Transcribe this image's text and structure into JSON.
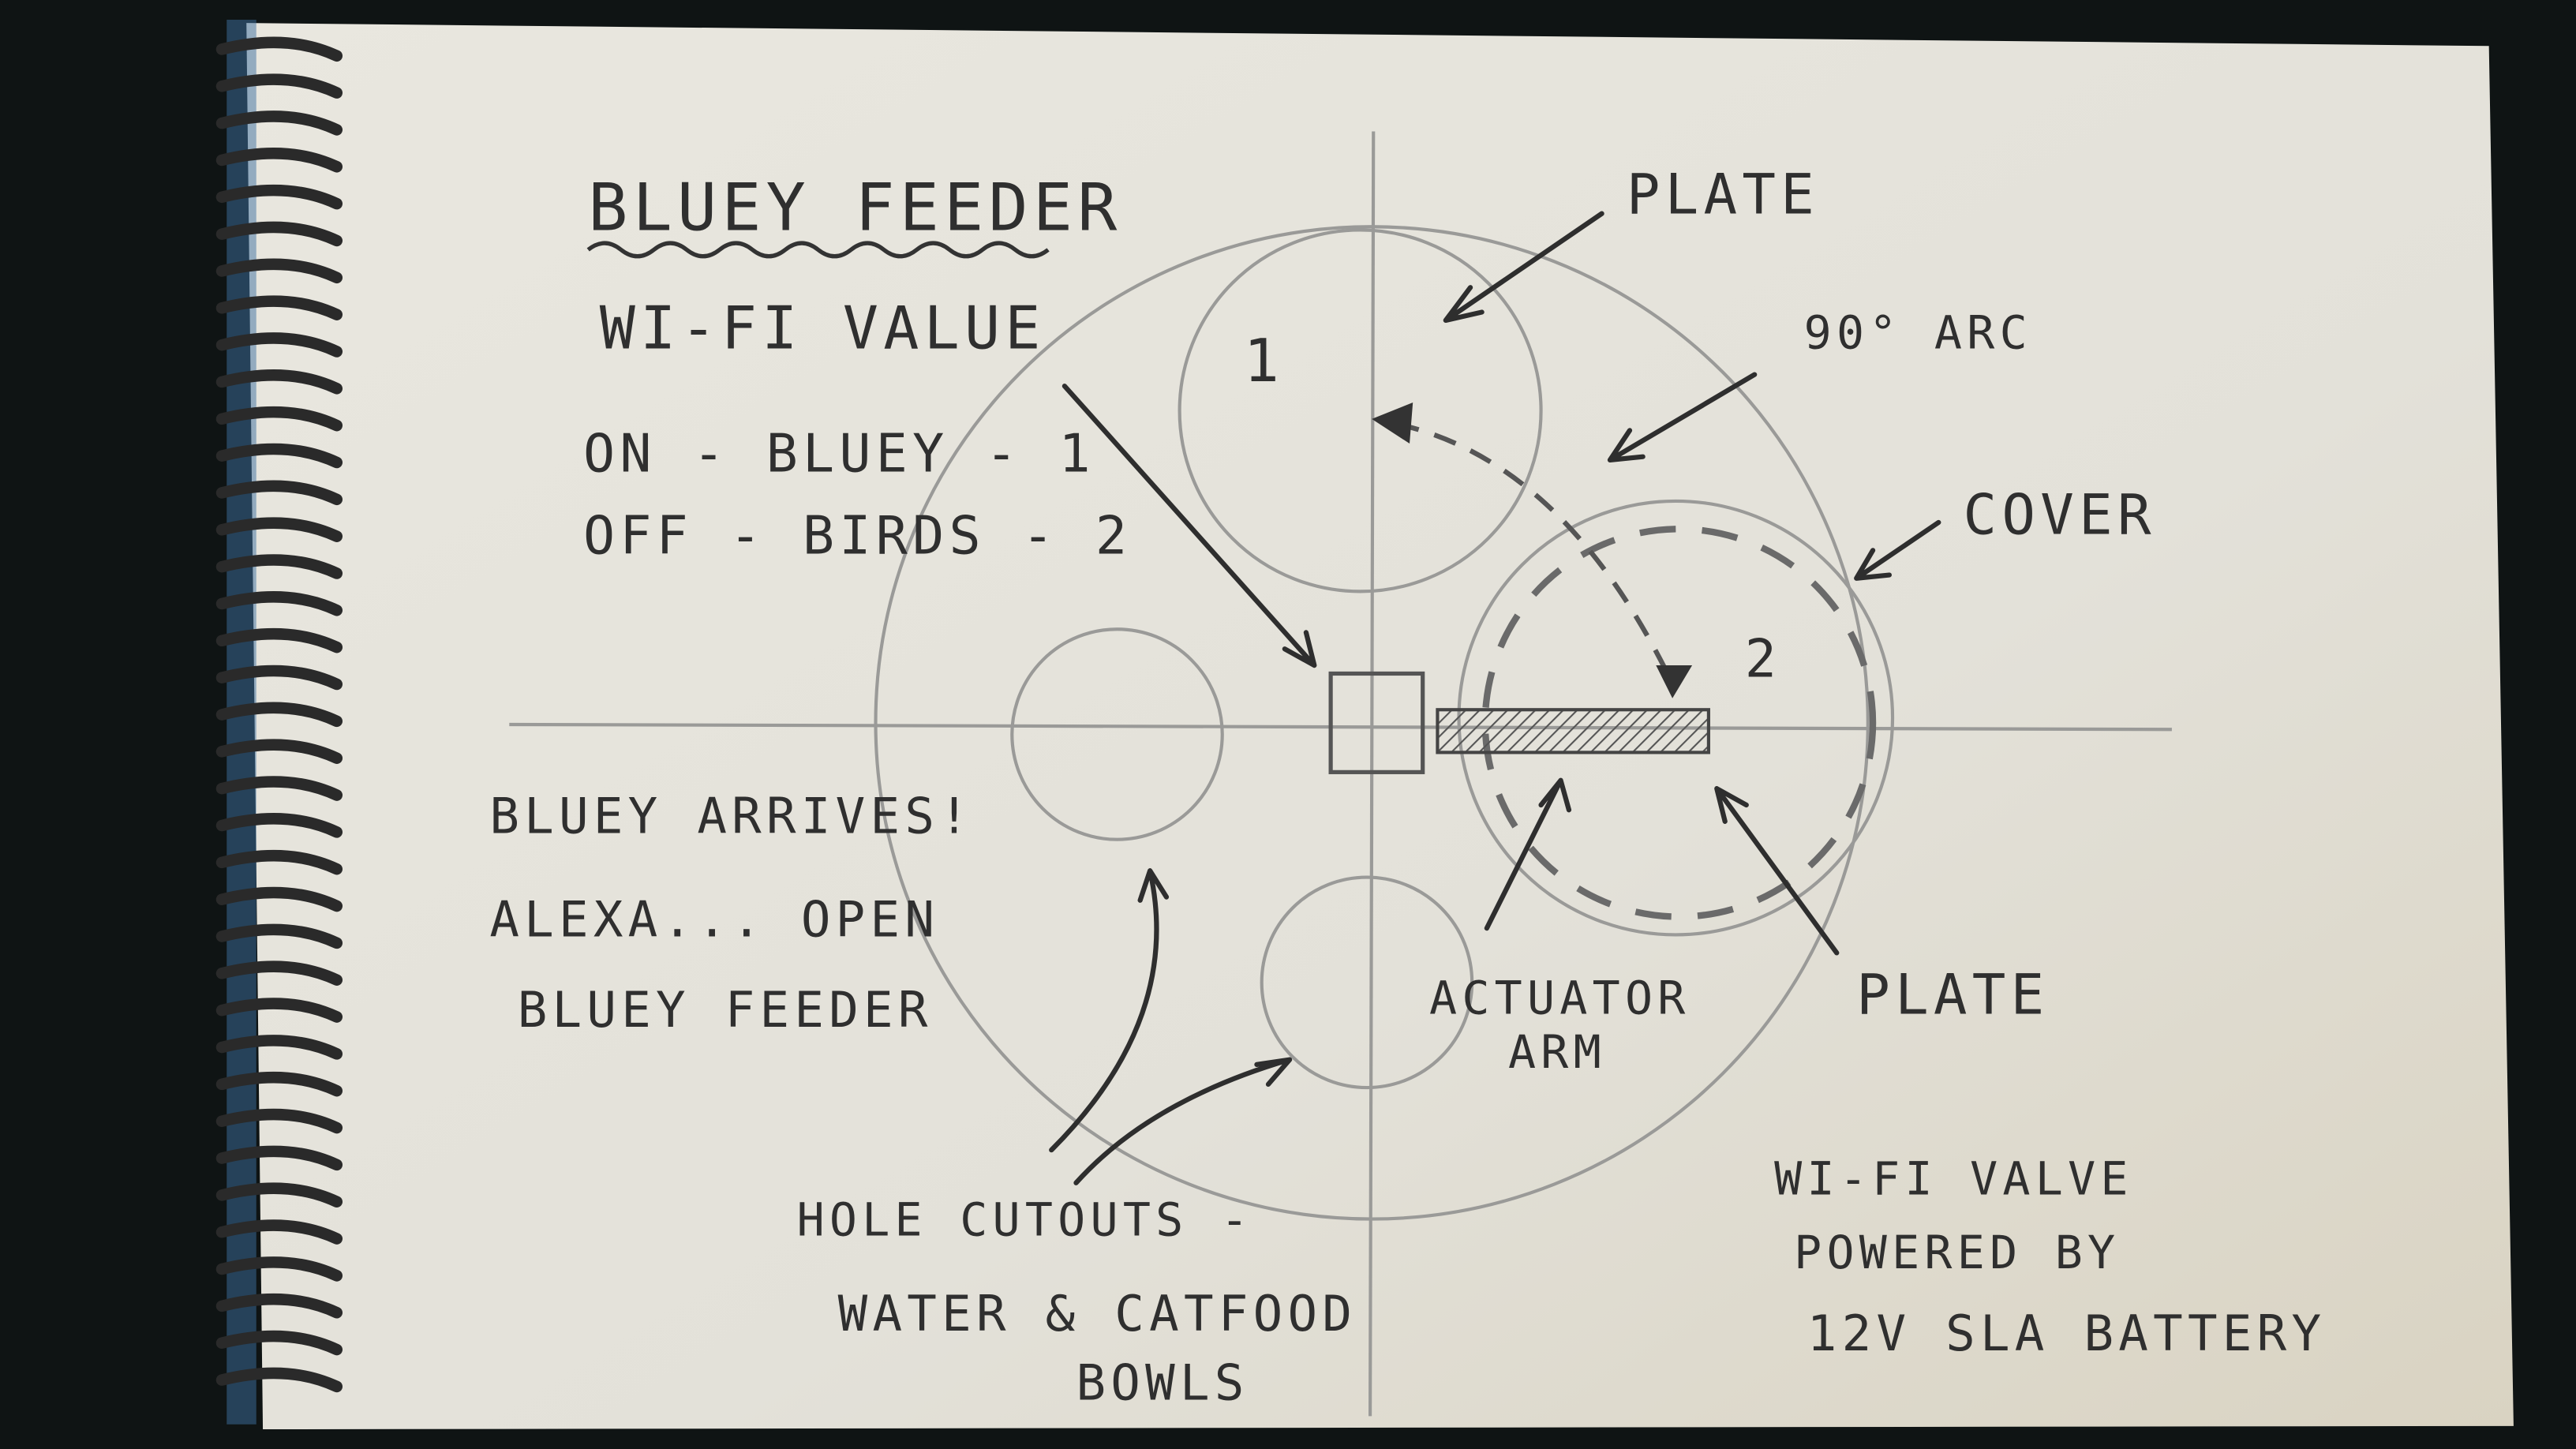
{
  "title": "BLUEY FEEDER",
  "notes_left": {
    "line1": "WI-FI VALUE",
    "line2": "ON - BLUEY - 1",
    "line3": "OFF - BIRDS - 2"
  },
  "scenario": {
    "line1": "BLUEY ARRIVES!",
    "line2": "ALEXA... OPEN",
    "line3": "BLUEY FEEDER"
  },
  "labels": {
    "plate_1_number": "1",
    "plate_2_number": "2",
    "plate_top": "PLATE",
    "arc": "90° ARC",
    "cover": "COVER",
    "actuator_line1": "ACTUATOR",
    "actuator_line2": "ARM",
    "plate_bottom": "PLATE",
    "holes_line1": "HOLE CUTOUTS -",
    "holes_line2": "WATER & CATFOOD",
    "holes_line3": "BOWLS"
  },
  "power_note": {
    "line1": "WI-FI VALVE",
    "line2": "POWERED BY",
    "line3": "12V SLA BATTERY"
  },
  "colors": {
    "paper": "#e6e4dc",
    "pencil": "#9a9a98",
    "ink": "#2e2e2e",
    "background": "#0f1414"
  }
}
